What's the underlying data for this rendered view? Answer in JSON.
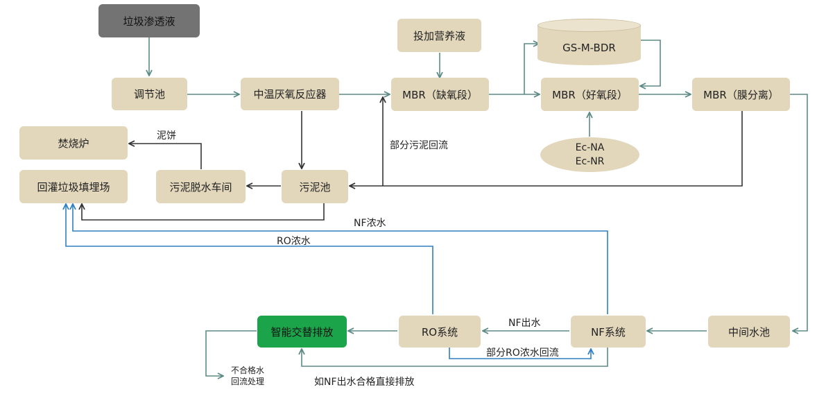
{
  "nodes": {
    "leachate": "垃圾渗透液",
    "regulating_tank": "调节池",
    "anaerobic_reactor": "中温厌氧反应器",
    "nutrient": "投加营养液",
    "mbr_anoxic": "MBR（缺氧段）",
    "gs_m_bdr": "GS-M-BDR",
    "mbr_aerobic": "MBR（好氧段）",
    "mbr_membrane": "MBR（膜分离）",
    "incinerator": "焚烧炉",
    "landfill": "回灌垃圾填埋场",
    "dewatering": "污泥脱水车间",
    "sludge_tank": "污泥池",
    "ec_1": "Ec-NA",
    "ec_2": "Ec-NR",
    "intermediate_tank": "中间水池",
    "nf_system": "NF系统",
    "ro_system": "RO系统",
    "smart_discharge": "智能交替排放"
  },
  "labels": {
    "sludge_cake": "泥饼",
    "partial_sludge_return": "部分污泥回流",
    "nf_concentrate": "NF浓水",
    "ro_concentrate": "RO浓水",
    "nf_effluent": "NF出水",
    "partial_ro_return": "部分RO浓水回流",
    "nf_direct_discharge": "如NF出水合格直接排放",
    "unqualified_1": "不合格水",
    "unqualified_2": "回流处理"
  },
  "colors": {
    "box_fill": "#e2d6bb",
    "source_fill": "#737373",
    "discharge_fill": "#1ca44a",
    "water_arrow": "#5b8a86",
    "sludge_arrow": "#333333",
    "concentrate_arrow": "#2f7fc1"
  }
}
